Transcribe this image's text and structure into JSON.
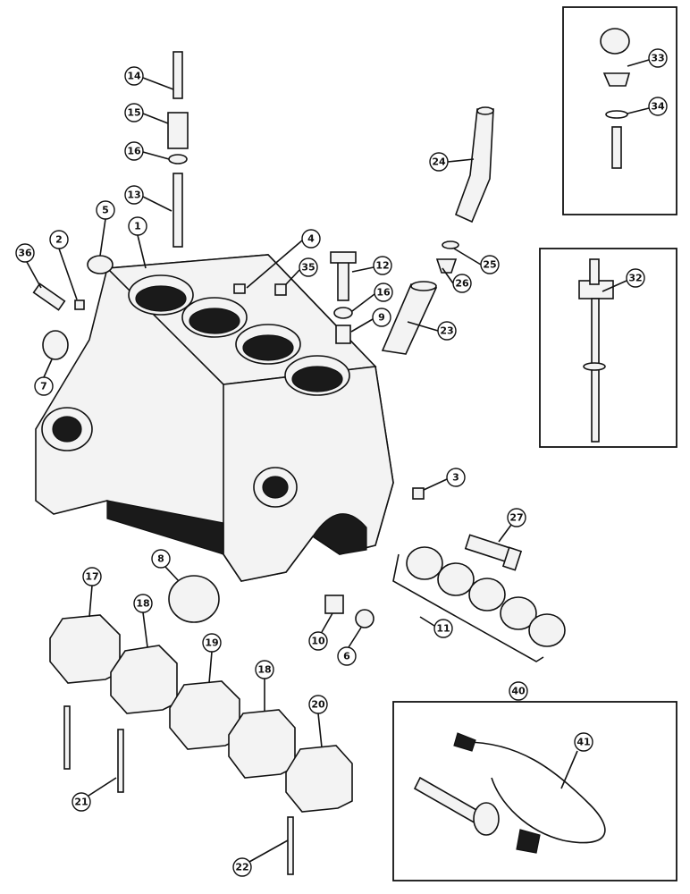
{
  "callouts": [
    {
      "n": "1"
    },
    {
      "n": "2"
    },
    {
      "n": "3"
    },
    {
      "n": "4"
    },
    {
      "n": "5"
    },
    {
      "n": "6"
    },
    {
      "n": "7"
    },
    {
      "n": "8"
    },
    {
      "n": "9"
    },
    {
      "n": "10"
    },
    {
      "n": "11"
    },
    {
      "n": "12"
    },
    {
      "n": "13"
    },
    {
      "n": "14"
    },
    {
      "n": "15"
    },
    {
      "n": "16"
    },
    {
      "n": "16"
    },
    {
      "n": "17"
    },
    {
      "n": "18"
    },
    {
      "n": "18"
    },
    {
      "n": "19"
    },
    {
      "n": "20"
    },
    {
      "n": "21"
    },
    {
      "n": "22"
    },
    {
      "n": "23"
    },
    {
      "n": "24"
    },
    {
      "n": "25"
    },
    {
      "n": "26"
    },
    {
      "n": "27"
    },
    {
      "n": "32"
    },
    {
      "n": "33"
    },
    {
      "n": "34"
    },
    {
      "n": "35"
    },
    {
      "n": "36"
    },
    {
      "n": "40"
    },
    {
      "n": "41"
    }
  ]
}
